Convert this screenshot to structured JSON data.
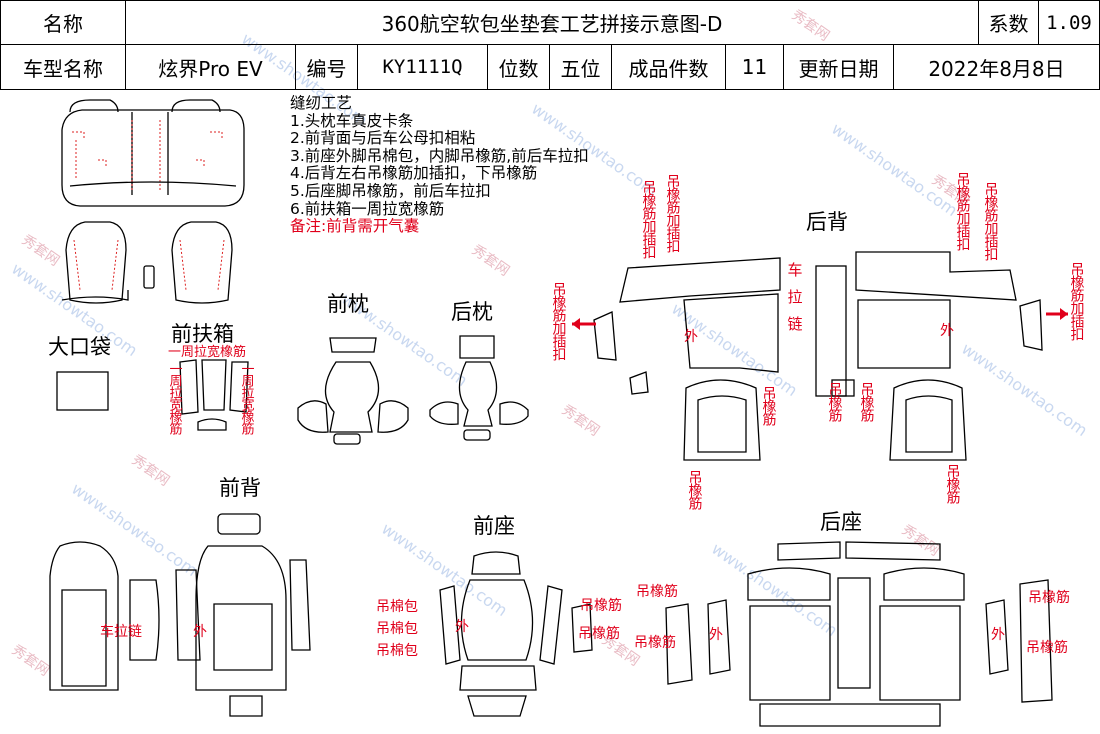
{
  "header": {
    "name_label": "名称",
    "doc_title": "360航空软包坐垫套工艺拼接示意图-D",
    "coef_label": "系数",
    "coef_value": "1.09",
    "model_label": "车型名称",
    "model_value": "炫界Pro EV",
    "code_label": "编号",
    "code_value": "KY1111Q",
    "seats_label": "位数",
    "seats_value": "五位",
    "pieces_label": "成品件数",
    "pieces_value": "11",
    "date_label": "更新日期",
    "date_value": "2022年8月8日"
  },
  "notes": {
    "heading": "缝纫工艺",
    "items": [
      "1.头枕车真皮卡条",
      "2.前背面与后车公母扣相粘",
      "3.前座外脚吊棉包，内脚吊橡筋,前后车拉扣",
      "4.后背左右吊橡筋加插扣，下吊橡筋",
      "5.后座脚吊橡筋，前后车拉扣",
      "6.前扶箱一周拉宽橡筋"
    ],
    "remark": "备注:前背需开气囊"
  },
  "sections": {
    "big_pocket": "大口袋",
    "front_armrest": "前扶箱",
    "front_headrest": "前枕",
    "rear_headrest": "后枕",
    "rear_back": "后背",
    "front_back": "前背",
    "front_seat": "前座",
    "rear_seat": "后座"
  },
  "labels": {
    "armrest_top": "一周拉宽橡筋",
    "armrest_left": "一周拉宽橡筋",
    "armrest_right": "一周拉宽橡筋",
    "rb_hook_insert": "吊橡筋加插扣",
    "rb_zipper": "车拉链",
    "rb_outer": "外",
    "rb_elastic": "吊橡筋",
    "fb_zipper": "车拉链",
    "fb_outer": "外",
    "fs_cotton": "吊棉包",
    "fs_outer": "外",
    "fs_elastic": "吊橡筋",
    "rs_elastic": "吊橡筋",
    "rs_outer": "外"
  },
  "watermark": {
    "site": "www.showtao.com",
    "brand": "秀套网"
  },
  "colors": {
    "annotation": "#e0001b",
    "watermark_blue": "#c9d8f0",
    "watermark_pink": "#e9bcc5"
  }
}
